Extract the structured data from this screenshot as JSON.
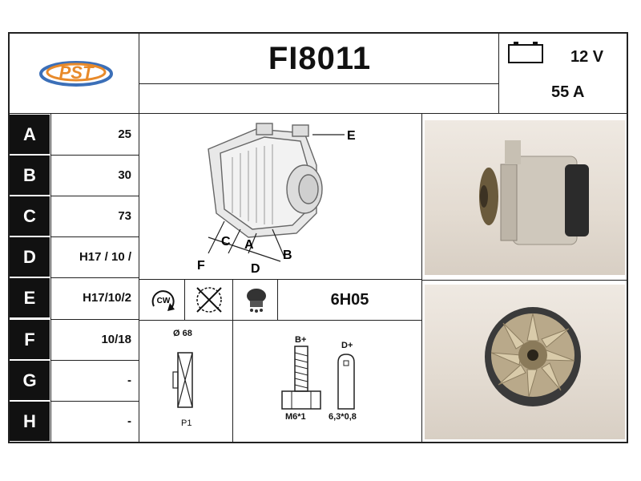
{
  "logo": {
    "text": "PST"
  },
  "title": "FI8011",
  "specs": {
    "voltage": "12 V",
    "current": "55 A"
  },
  "rows": [
    {
      "letter": "A",
      "value": "25"
    },
    {
      "letter": "B",
      "value": "30"
    },
    {
      "letter": "C",
      "value": "73"
    },
    {
      "letter": "D",
      "value": "H17 / 10 /"
    },
    {
      "letter": "E",
      "value": "H17/10/2"
    },
    {
      "letter": "F",
      "value": "10/18"
    },
    {
      "letter": "G",
      "value": "-"
    },
    {
      "letter": "H",
      "value": "-"
    }
  ],
  "diagram_labels": {
    "e": "E",
    "c": "C",
    "a": "A",
    "b": "B",
    "f": "F",
    "d": "D"
  },
  "rotation": {
    "cw": "CW"
  },
  "regulator_code": "6H05",
  "pulley": {
    "diameter": "Ø 68",
    "type": "P1"
  },
  "terminals": {
    "b_plus": "B+",
    "b_thread": "M6*1",
    "d_plus": "D+",
    "d_size": "6,3*0,8"
  },
  "colors": {
    "border": "#222222",
    "letter_bg": "#111111",
    "photo_bg": "#e6ded4",
    "logo_blue": "#3b6fb8",
    "logo_orange": "#e88a2a"
  }
}
